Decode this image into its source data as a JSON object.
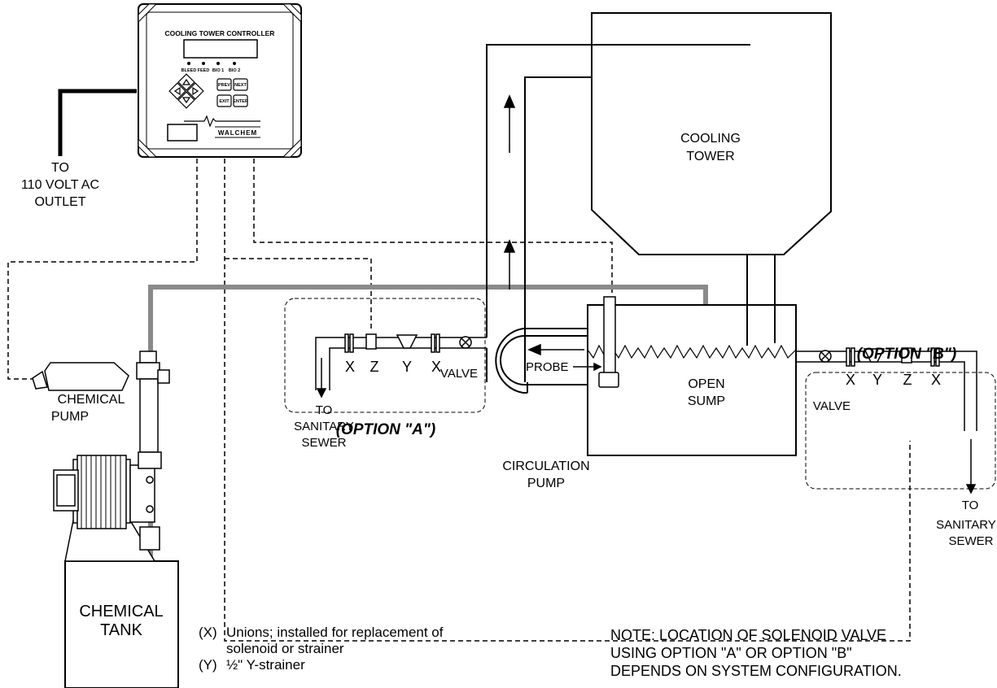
{
  "controller": {
    "title": "COOLING TOWER CONTROLLER",
    "leds": [
      "BLEED",
      "FEED",
      "BIO 1",
      "BIO 2"
    ],
    "keys": [
      "PREV",
      "NEXT",
      "EXIT",
      "ENTER"
    ],
    "brand": "WALCHEM"
  },
  "power": {
    "line1": "TO",
    "line2": "110 VOLT AC",
    "line3": "OUTLET"
  },
  "cooling_tower": {
    "line1": "COOLING",
    "line2": "TOWER"
  },
  "sump": {
    "line1": "OPEN",
    "line2": "SUMP"
  },
  "probe_label": "PROBE",
  "circ_pump": {
    "line1": "CIRCULATION",
    "line2": "PUMP"
  },
  "chem_pump": {
    "line1": "CHEMICAL",
    "line2": "PUMP"
  },
  "chem_tank": {
    "line1": "CHEMICAL",
    "line2": "TANK"
  },
  "option_a": {
    "caption": "(OPTION \"A\")",
    "parts": [
      "X",
      "Z",
      "Y",
      "X"
    ],
    "valve": "VALVE",
    "sewer": [
      "TO",
      "SANITARY",
      "SEWER"
    ]
  },
  "option_b": {
    "caption": "(OPTION \"B\")",
    "parts": [
      "X",
      "Y",
      "Z",
      "X"
    ],
    "valve": "VALVE",
    "sewer": [
      "TO",
      "SANITARY",
      "SEWER"
    ]
  },
  "legend": [
    {
      "key": "(X)",
      "text": "Unions; installed for replacement of"
    },
    {
      "key": "",
      "text": "solenoid or strainer"
    },
    {
      "key": "(Y)",
      "text": "½\" Y-strainer"
    }
  ],
  "note": {
    "line1": "NOTE:  LOCATION OF SOLENOID VALVE",
    "line2": "USING OPTION \"A\" OR OPTION \"B\"",
    "line3": "DEPENDS ON SYSTEM CONFIGURATION."
  }
}
